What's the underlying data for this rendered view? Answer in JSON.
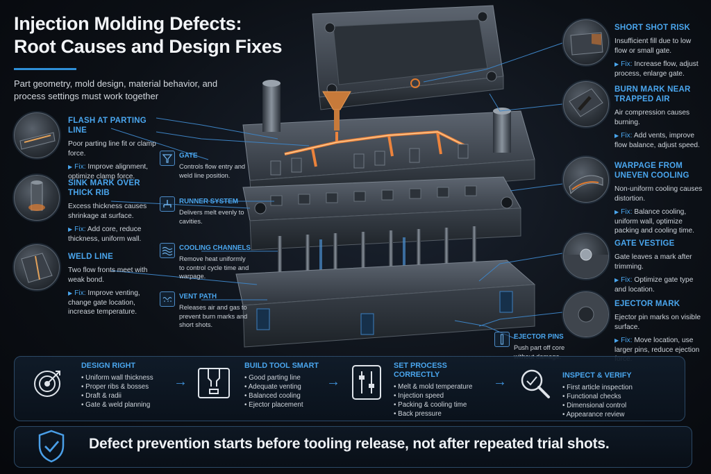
{
  "header": {
    "title_line1": "Injection Molding Defects:",
    "title_line2": "Root Causes and Design Fixes",
    "subtitle": "Part geometry, mold design, material behavior, and process settings must work together"
  },
  "fix_label": "Fix:",
  "defects_left": [
    {
      "title": "Flash at Parting Line",
      "body": "Poor parting line fit or clamp force.",
      "fix": "Improve alignment, optimize clamp force.",
      "icon": "flash-thumb-icon"
    },
    {
      "title": "Sink Mark Over Thick Rib",
      "body": "Excess thickness causes shrinkage at surface.",
      "fix": "Add core, reduce thickness, uniform wall.",
      "icon": "sink-mark-thumb-icon"
    },
    {
      "title": "Weld Line",
      "body": "Two flow fronts meet with weak bond.",
      "fix": "Improve venting, change gate location, increase temperature.",
      "icon": "weld-line-thumb-icon"
    }
  ],
  "defects_right": [
    {
      "title": "Short Shot Risk",
      "body": "Insufficient fill due to low flow or small gate.",
      "fix": "Increase flow, adjust process, enlarge gate.",
      "icon": "short-shot-thumb-icon"
    },
    {
      "title": "Burn Mark Near Trapped Air",
      "body": "Air compression causes burning.",
      "fix": "Add vents, improve flow balance, adjust speed.",
      "icon": "burn-mark-thumb-icon"
    },
    {
      "title": "Warpage From Uneven Cooling",
      "body": "Non-uniform cooling causes distortion.",
      "fix": "Balance cooling, uniform wall, optimize packing and cooling time.",
      "icon": "warpage-thumb-icon"
    },
    {
      "title": "Gate Vestige",
      "body": "Gate leaves a mark after trimming.",
      "fix": "Optimize gate type and location.",
      "icon": "gate-vestige-thumb-icon"
    },
    {
      "title": "Ejector Mark",
      "body": "Ejector pin marks on visible surface.",
      "fix": "Move location, use larger pins, reduce ejection force.",
      "icon": "ejector-mark-thumb-icon"
    }
  ],
  "components": [
    {
      "title": "Gate",
      "body": "Controls flow entry and weld line position.",
      "icon": "funnel-icon"
    },
    {
      "title": "Runner System",
      "body": "Delivers melt evenly to cavities.",
      "icon": "runner-icon"
    },
    {
      "title": "Cooling Channels",
      "body": "Remove heat uniformly to control cycle time and warpage.",
      "icon": "waves-icon"
    },
    {
      "title": "Vent Path",
      "body": "Releases air and gas to prevent burn marks and short shots.",
      "icon": "vent-icon"
    },
    {
      "title": "Ejector Pins",
      "body": "Push part off core without damage.",
      "icon": "pin-icon"
    }
  ],
  "process": [
    {
      "title": "Design Right",
      "items": [
        "Uniform wall thickness",
        "Proper ribs & bosses",
        "Draft & radii",
        "Gate & weld planning"
      ],
      "icon": "target-icon"
    },
    {
      "title": "Build Tool Smart",
      "items": [
        "Good parting line",
        "Adequate venting",
        "Balanced cooling",
        "Ejector placement"
      ],
      "icon": "mold-tool-icon"
    },
    {
      "title": "Set Process Correctly",
      "items": [
        "Melt & mold temperature",
        "Injection speed",
        "Packing & cooling time",
        "Back pressure"
      ],
      "icon": "sliders-icon"
    },
    {
      "title": "Inspect & Verify",
      "items": [
        "First article inspection",
        "Functional checks",
        "Dimensional control",
        "Appearance review"
      ],
      "icon": "magnifier-icon"
    }
  ],
  "footer": {
    "message": "Defect prevention starts before tooling release, not after repeated trial shots.",
    "icon": "shield-check-icon"
  },
  "colors": {
    "accent": "#4aa6ee",
    "molten": "#e07a2e",
    "steel": "#4a525c"
  }
}
